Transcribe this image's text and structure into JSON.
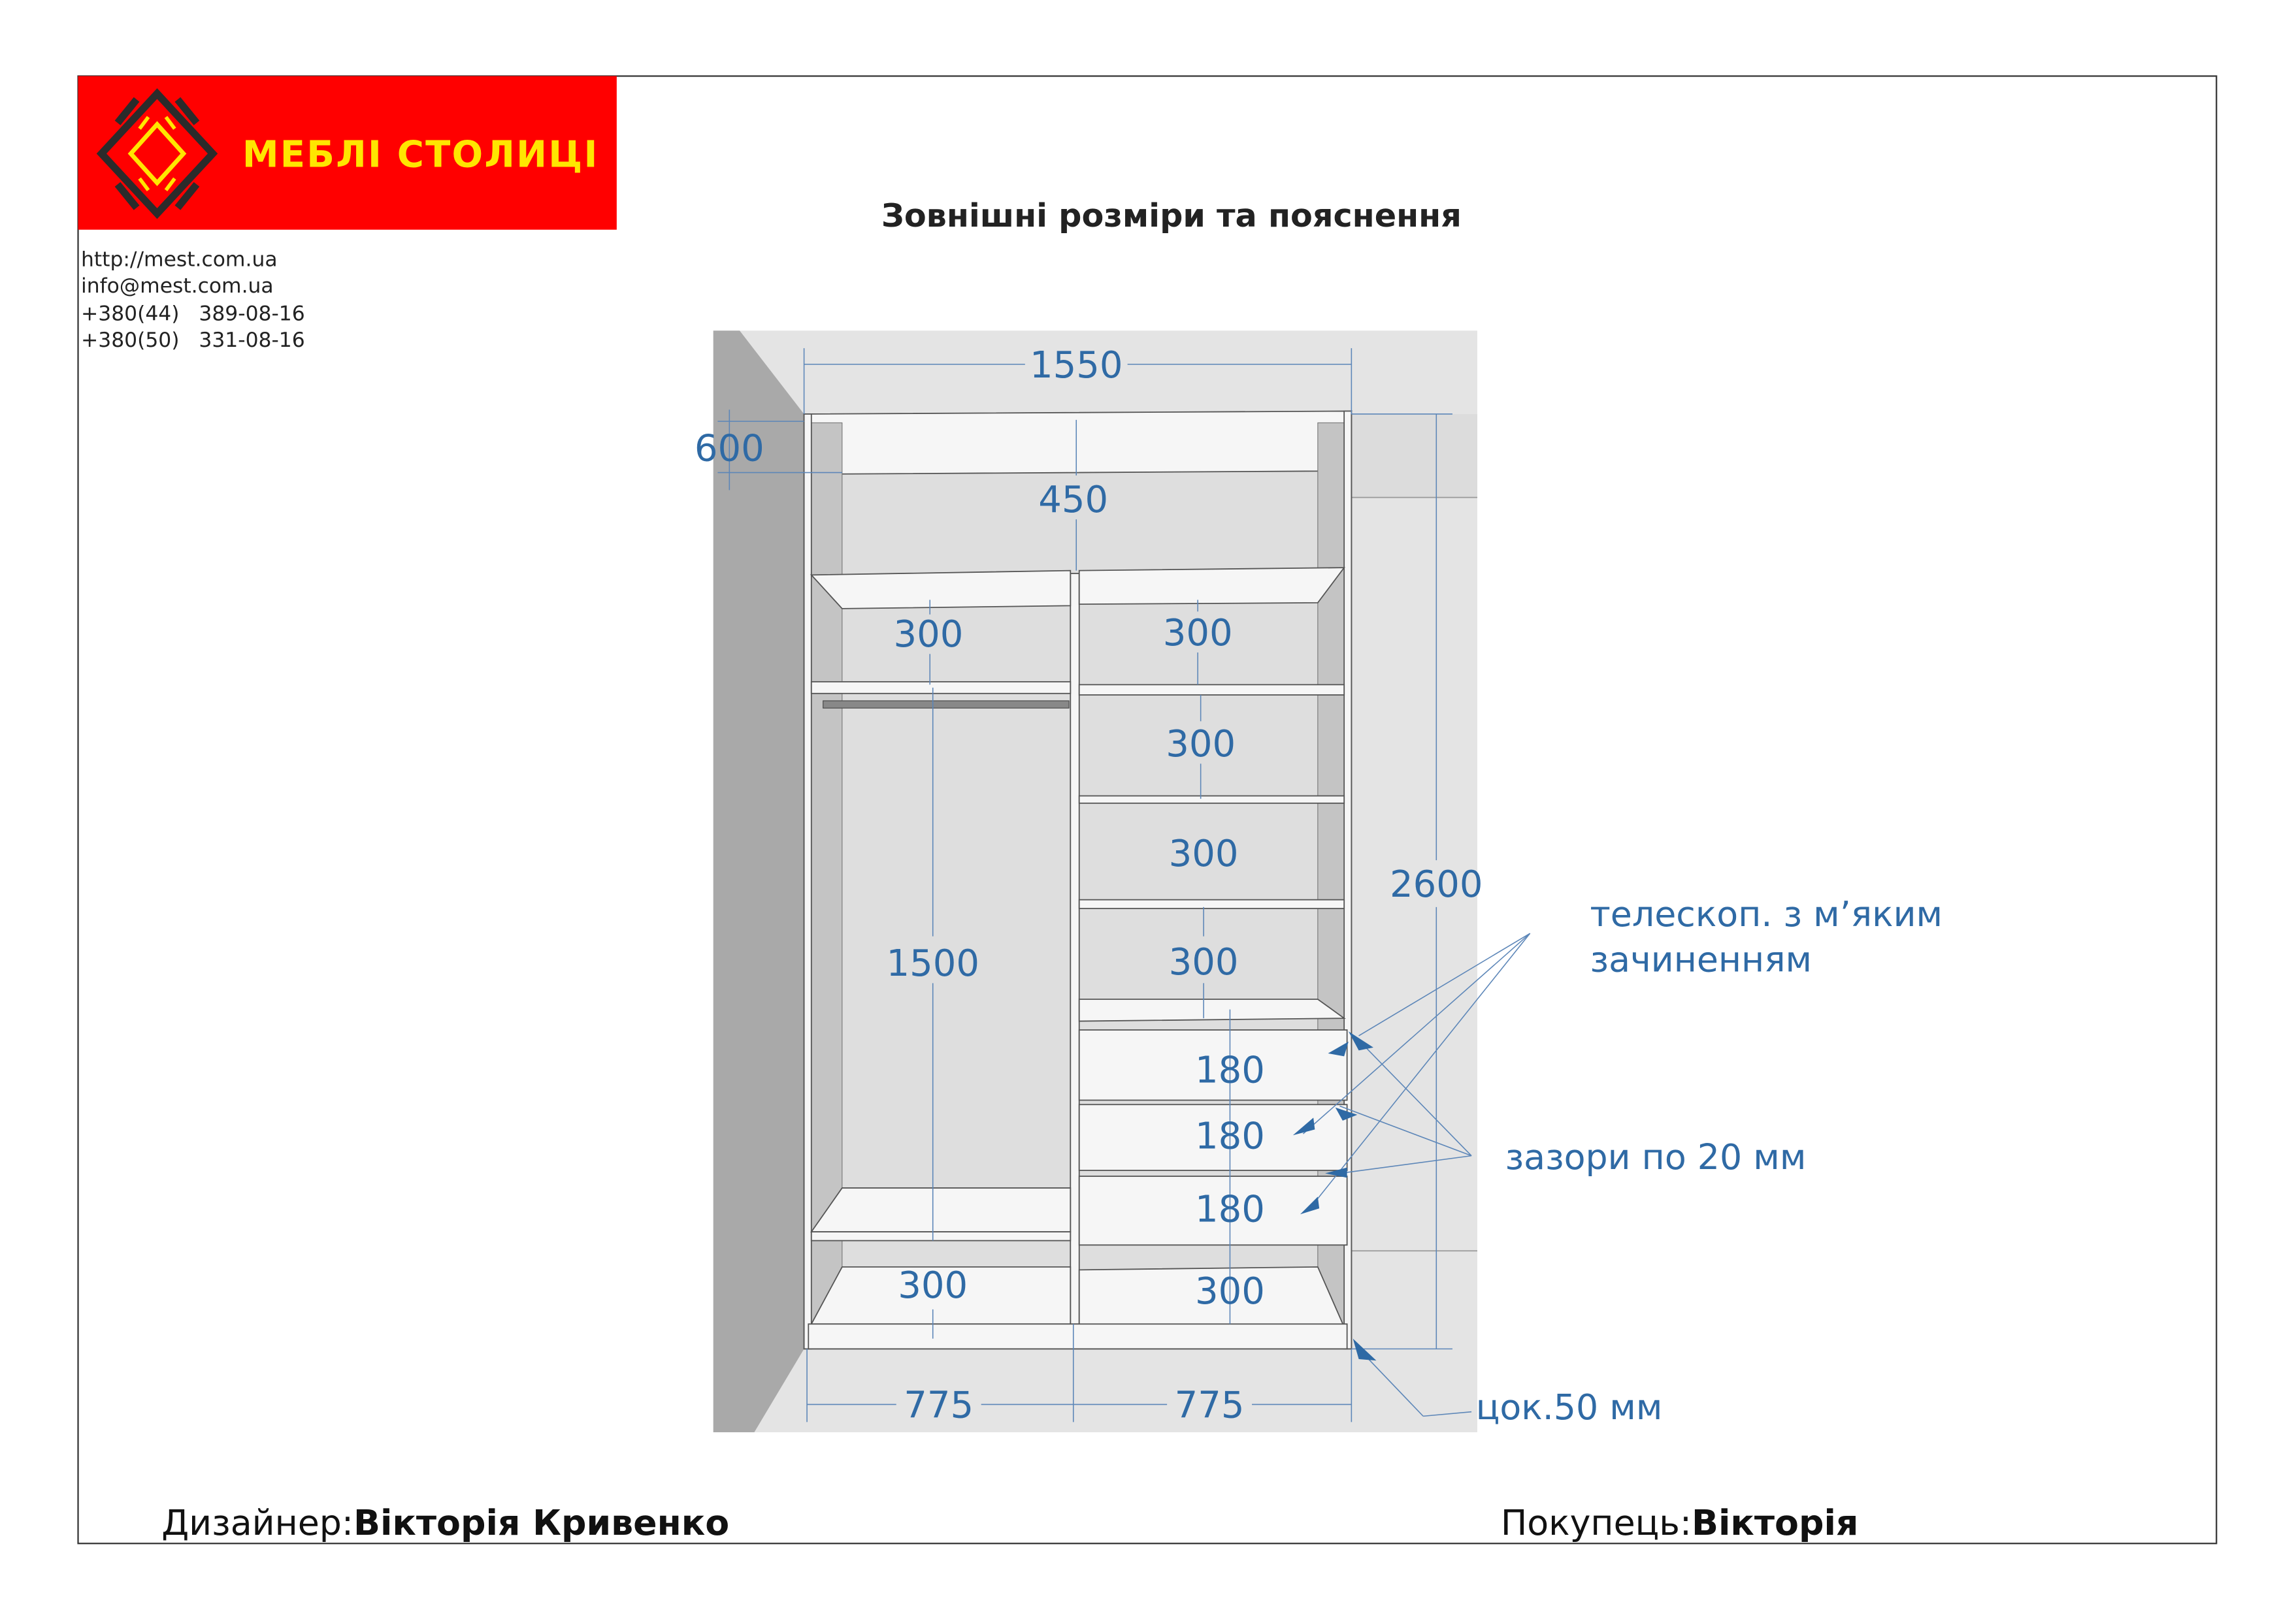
{
  "brand": {
    "name": "МЕБЛІ СТОЛИЦІ",
    "bg_color": "#ff0000",
    "text_color": "#ffe600"
  },
  "contacts": [
    "http://mest.com.ua",
    "info@mest.com.ua",
    "+380(44)   389-08-16",
    "+380(50)   331-08-16"
  ],
  "title": "Зовнішні розміри та пояснення",
  "dimensions": {
    "width": "1550",
    "depth": "600",
    "top_section": "450",
    "height": "2600",
    "left_shelf": "300",
    "hanging": "1500",
    "left_bottom": "300",
    "right_1": "300",
    "right_2": "300",
    "right_3": "300",
    "right_4": "300",
    "drawer_1": "180",
    "drawer_2": "180",
    "drawer_3": "180",
    "right_bottom": "300",
    "left_width": "775",
    "right_width": "775"
  },
  "notes": {
    "telescopic_line1": "телескоп. з м’яким",
    "telescopic_line2": "зачиненням",
    "gaps": "зазори по 20 мм",
    "plinth": "цок.50 мм"
  },
  "footer": {
    "designer_label": "Дизайнер:",
    "designer_name": "Вікторія Кривенко",
    "customer_label": "Покупець:",
    "customer_name": "Вікторія"
  },
  "accent_color": "#2f6aa5"
}
